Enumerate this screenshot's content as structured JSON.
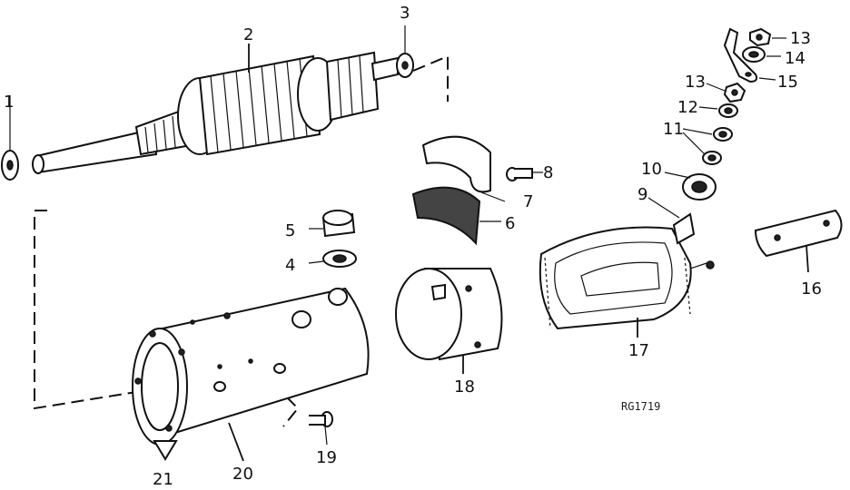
{
  "figure_code": "RG1719",
  "callouts": {
    "c1": "1",
    "c2": "2",
    "c3": "3",
    "c4": "4",
    "c5": "5",
    "c6": "6",
    "c7": "7",
    "c8": "8",
    "c9": "9",
    "c10": "10",
    "c11": "11",
    "c12": "12",
    "c13a": "13",
    "c13b": "13",
    "c14": "14",
    "c15": "15",
    "c16": "16",
    "c17": "17",
    "c18": "18",
    "c19": "19",
    "c20": "20",
    "c21": "21"
  }
}
